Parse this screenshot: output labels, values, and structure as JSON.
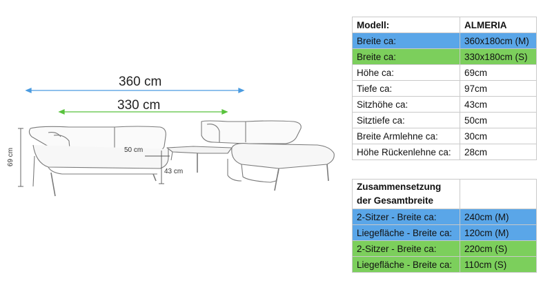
{
  "colors": {
    "blue_highlight": "#5aa6e8",
    "green_highlight": "#7ccf5c",
    "blue_line": "#4a9be0",
    "green_line": "#58c23c"
  },
  "drawing": {
    "width_m": "360 cm",
    "width_s": "330 cm",
    "seat_depth": "50 cm",
    "seat_height": "43 cm",
    "total_height": "69 cm"
  },
  "specs": {
    "header": {
      "label": "Modell:",
      "value": "ALMERIA"
    },
    "rows": [
      {
        "label": "Breite ca:",
        "value": "360x180cm (M)",
        "highlight": "blue"
      },
      {
        "label": "Breite ca:",
        "value": "330x180cm (S)",
        "highlight": "green"
      },
      {
        "label": "Höhe ca:",
        "value": "69cm"
      },
      {
        "label": "Tiefe ca:",
        "value": "97cm"
      },
      {
        "label": "Sitzhöhe ca:",
        "value": "43cm"
      },
      {
        "label": "Sitztiefe ca:",
        "value": "50cm"
      },
      {
        "label": "Breite Armlehne ca:",
        "value": "30cm"
      },
      {
        "label": "Höhe Rückenlehne ca:",
        "value": "28cm"
      }
    ]
  },
  "composition": {
    "header": {
      "label": "Zusammensetzung der Gesamtbreite",
      "value": ""
    },
    "rows": [
      {
        "label": "2-Sitzer - Breite ca:",
        "value": "240cm (M)",
        "highlight": "blue"
      },
      {
        "label": "Liegefläche - Breite ca:",
        "value": "120cm (M)",
        "highlight": "blue"
      },
      {
        "label": "2-Sitzer - Breite ca:",
        "value": "220cm (S)",
        "highlight": "green"
      },
      {
        "label": "Liegefläche - Breite ca:",
        "value": "110cm (S)",
        "highlight": "green"
      }
    ]
  }
}
